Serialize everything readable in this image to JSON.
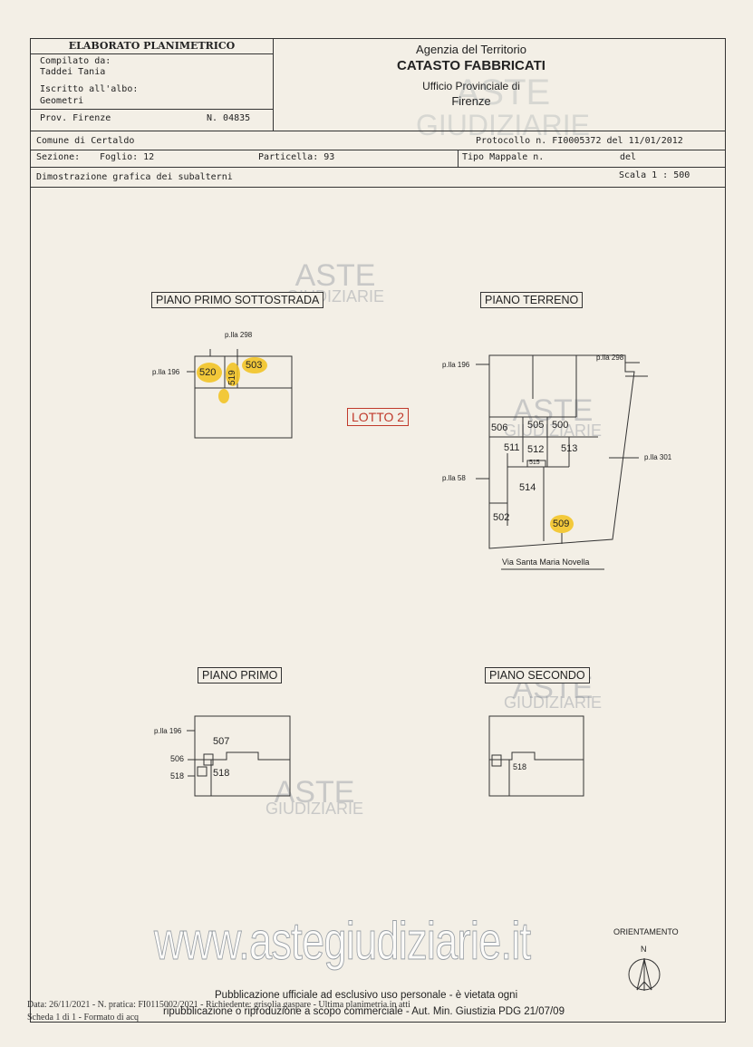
{
  "header": {
    "title": "ELABORATO PLANIMETRICO",
    "compiled_by_label": "Compilato da:",
    "compiled_by": "Taddei Tania",
    "registered_label": "Iscritto all'albo:",
    "registered": "Geometri",
    "province": "Prov. Firenze",
    "number": "N. 04835"
  },
  "agency": {
    "line1": "Agenzia del Territorio",
    "line2": "CATASTO FABBRICATI",
    "line3": "Ufficio Provinciale di",
    "line4": "Firenze"
  },
  "info": {
    "comune": "Comune di Certaldo",
    "protocol": "Protocollo n. FI0005372 del 11/01/2012",
    "sezione": "Sezione:",
    "foglio": "Foglio: 12",
    "particella": "Particella: 93",
    "tipo_mappale": "Tipo Mappale n.",
    "del": "del",
    "dimostrazione": "Dimostrazione grafica dei subalterni",
    "scala": "Scala 1 : 500"
  },
  "plans": {
    "sottostrada": {
      "label": "PIANO PRIMO SOTTOSTRADA",
      "plla_298": "p.lla 298",
      "plla_196": "p.lla 196",
      "units": [
        "520",
        "519",
        "503"
      ]
    },
    "terreno": {
      "label": "PIANO TERRENO",
      "plla_196": "p.lla 196",
      "plla_298": "p.lla 298",
      "plla_301": "p.lla 301",
      "plla_58": "p.lla 58",
      "units": [
        "506",
        "505",
        "500",
        "511",
        "512",
        "513",
        "515",
        "514",
        "502",
        "509"
      ],
      "street": "Via Santa Maria Novella"
    },
    "primo": {
      "label": "PIANO PRIMO",
      "plla_196": "p.lla 196",
      "units": [
        "507",
        "506",
        "518",
        "518"
      ]
    },
    "secondo": {
      "label": "PIANO SECONDO",
      "units": [
        "518"
      ]
    }
  },
  "lotto": "LOTTO 2",
  "orientation": {
    "label": "ORIENTAMENTO",
    "north": "N"
  },
  "watermarks": {
    "aste": "ASTE",
    "giudiziarie": "GIUDIZIARIE",
    "site": "www.astegiudiziarie.it"
  },
  "footer": {
    "notice_line1": "Pubblicazione ufficiale ad esclusivo uso personale - è vietata ogni",
    "notice_line2": "ripubblicazione o riproduzione a scopo commerciale - Aut. Min. Giustizia PDG 21/07/09",
    "data_line": "Data: 26/11/2021 - N. pratica: FI0115002/2021 - Richiedente: grisolia gaspare - Ultima planimetria in atti",
    "scheda_line": "Scheda 1 di 1 - Formato di acq"
  },
  "colors": {
    "highlight": "#f2c21b",
    "lotto": "#c0392b"
  }
}
